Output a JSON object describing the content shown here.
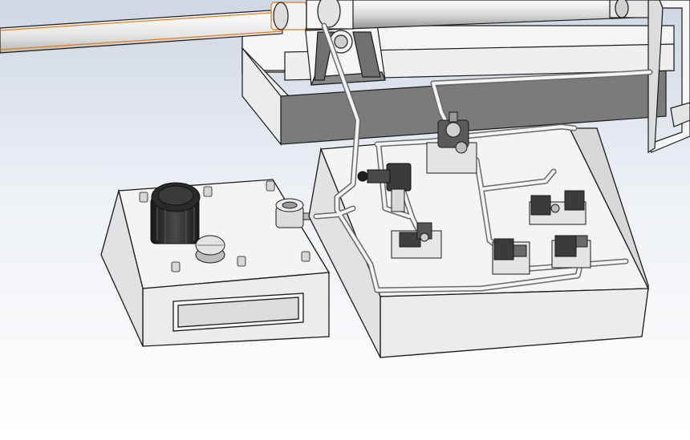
{
  "scene": {
    "colors": {
      "background_top": "#d6dde8",
      "background_bottom": "#ffffff",
      "box_top": "#f4f4f4",
      "box_front": "#e8e8e8",
      "box_side": "#777777",
      "outline": "#1a1a1a",
      "pipe": "#f2f2f2",
      "pipe_edge": "#6a6a6a",
      "highlight": "#e07b1a",
      "motor": "#2b2b2b",
      "valve": "#4a4a4a"
    },
    "components": [
      "hydraulic-cylinder",
      "cylinder-support-base",
      "hydraulic-tank",
      "electric-motor",
      "filler-breather-cap",
      "tank-bolts",
      "inspection-window",
      "pump-coupling",
      "valve-manifold-block",
      "pressure-relief-valve",
      "flow-control-valve",
      "solenoid-valves",
      "directional-valve",
      "tubing",
      "frame-structure"
    ]
  }
}
